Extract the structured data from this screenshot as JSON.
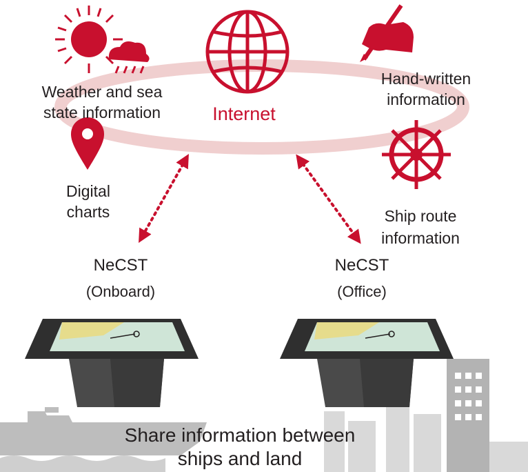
{
  "colors": {
    "accent": "#c8102e",
    "ring": "#f0cfcf",
    "dark": "#231f20",
    "gray": "#bdbdbd",
    "cabinet": "#4a4a4a"
  },
  "icons": [
    "sun-cloud-rain-icon",
    "globe-icon",
    "hand-pen-icon",
    "map-pin-icon",
    "ship-wheel-icon",
    "ship-silhouette",
    "city-skyline"
  ],
  "labels": {
    "internet": "Internet",
    "weather_1": "Weather and sea",
    "weather_2": "state information",
    "hand_1": "Hand-written",
    "hand_2": "information",
    "charts_1": "Digital",
    "charts_2": "charts",
    "route_1": "Ship route",
    "route_2": "information",
    "left_name": "NeCST",
    "left_sub": "(Onboard)",
    "right_name": "NeCST",
    "right_sub": "(Office)",
    "caption_1": "Share information between",
    "caption_2": "ships and land"
  }
}
